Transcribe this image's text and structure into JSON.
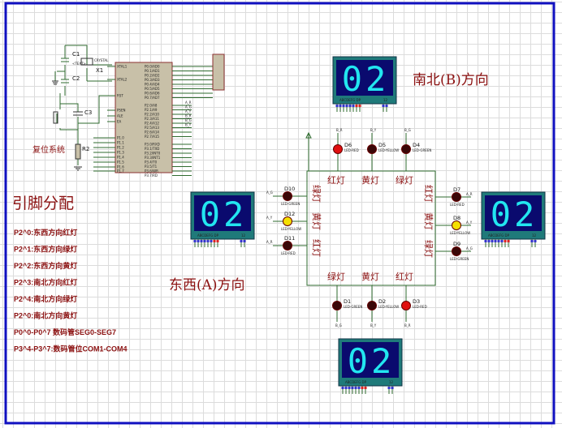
{
  "colors": {
    "border": "#1010c0",
    "wire": "#2f6b2f",
    "text": "#8b1010",
    "display_bezel": "#1f7a7a",
    "display_face": "#0a0a6e",
    "segment": "#22e6f0",
    "led_off": "#3a0808",
    "led_red": "#e01010",
    "led_yellow": "#f5e000",
    "chip": "#c8c0a8"
  },
  "reset_label": "复位系统",
  "components": {
    "c1": "C1",
    "c2": "C2",
    "x1": "X1",
    "c3": "C3",
    "r2": "R2",
    "text_placeholder": "<TEXT>",
    "xtal_label": "CRYSTAL"
  },
  "chip": {
    "left_pins": [
      "XTAL1",
      "XTAL2",
      "RST",
      "PSEN",
      "ALE",
      "EA",
      "P1.0",
      "P1.1",
      "P1.2",
      "P1.3",
      "P1.4",
      "P1.5",
      "P1.6",
      "P1.7"
    ],
    "right_pins": [
      "P0.0/AD0",
      "P0.1/AD1",
      "P0.2/AD2",
      "P0.3/AD3",
      "P0.4/AD4",
      "P0.5/AD5",
      "P0.6/AD6",
      "P0.7/AD7",
      "P2.0/A8",
      "P2.1/A9",
      "P2.2/A10",
      "P2.3/A11",
      "P2.4/A12",
      "P2.5/A13",
      "P2.6/A14",
      "P2.7/A15",
      "P3.0/RXD",
      "P3.1/TXD",
      "P3.2/INT0",
      "P3.3/INT1",
      "P3.4/T0",
      "P3.5/T1",
      "P3.6/WR",
      "P3.7/RD"
    ],
    "net_labels": [
      "A_R",
      "A_G",
      "A_Y",
      "B_R",
      "B_G",
      "B_Y"
    ]
  },
  "pin_assign": {
    "title": "引脚分配",
    "lines": [
      "P2^0:东西方向红灯",
      "P2^1:东西方向绿灯",
      "P2^2:东西方向黄灯",
      "P2^3:南北方向红灯",
      "P2^4:南北方向绿灯",
      "P2^0:南北方向黄灯",
      "P0^0-P0^7 数码管SEG0-SEG7",
      "P3^4-P3^7:数码管位COM1-COM4"
    ]
  },
  "directions": {
    "north_south": "南北(B)方向",
    "east_west": "东西(A)方向"
  },
  "displays": {
    "north": "02",
    "west": "02",
    "east": "02",
    "south": "02",
    "pin_label": "ABCDEFG DP",
    "com_label": "12"
  },
  "box_labels": {
    "top": [
      "红灯",
      "黄灯",
      "绿灯"
    ],
    "bottom": [
      "绿灯",
      "黄灯",
      "红灯"
    ],
    "left": [
      "绿灯",
      "黄灯",
      "红灯"
    ],
    "right": [
      "红灯",
      "黄灯",
      "绿灯"
    ]
  },
  "leds": [
    {
      "id": "D6",
      "type": "LED-RED",
      "net": "B_R",
      "state": "on",
      "color": "red"
    },
    {
      "id": "D5",
      "type": "LED-YELLOW",
      "net": "B_Y",
      "state": "off",
      "color": "yellow"
    },
    {
      "id": "D4",
      "type": "LED-GREEN",
      "net": "B_G",
      "state": "off",
      "color": "green"
    },
    {
      "id": "D1",
      "type": "LED-GREEN",
      "net": "B_G",
      "state": "off",
      "color": "green"
    },
    {
      "id": "D2",
      "type": "LED-YELLOW",
      "net": "B_Y",
      "state": "off",
      "color": "yellow"
    },
    {
      "id": "D3",
      "type": "LED-RED",
      "net": "B_R",
      "state": "on",
      "color": "red"
    },
    {
      "id": "D7",
      "type": "LED-RED",
      "net": "A_R",
      "state": "off",
      "color": "red"
    },
    {
      "id": "D8",
      "type": "LED-YELLOW",
      "net": "A_Y",
      "state": "on",
      "color": "yellow"
    },
    {
      "id": "D9",
      "type": "LED-GREEN",
      "net": "A_G",
      "state": "off",
      "color": "green"
    },
    {
      "id": "D10",
      "type": "LED-GREEN",
      "net": "A_G",
      "state": "off",
      "color": "green"
    },
    {
      "id": "D12",
      "type": "LED-YELLOW",
      "net": "A_Y",
      "state": "on",
      "color": "yellow"
    },
    {
      "id": "D11",
      "type": "LED-RED",
      "net": "A_R",
      "state": "off",
      "color": "red"
    }
  ]
}
